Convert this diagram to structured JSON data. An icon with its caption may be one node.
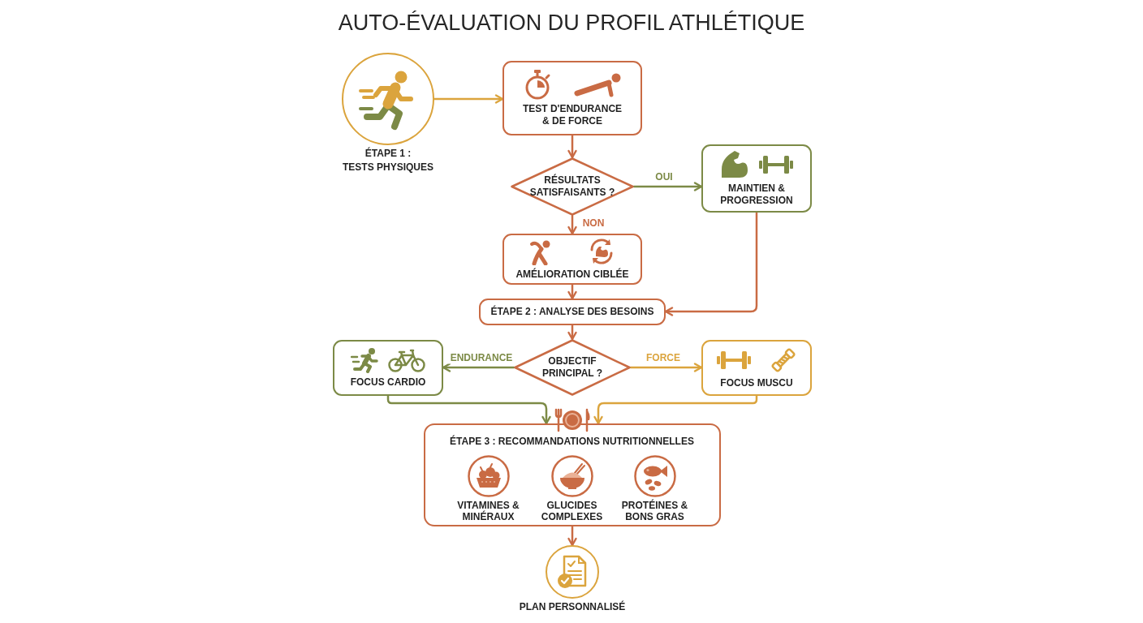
{
  "diagram": {
    "title": "AUTO-ÉVALUATION DU PROFIL ATHLÉTIQUE",
    "nodes": [
      {
        "text": [
          "ÉTAPE 1 : TESTS PHYSIQUES"
        ]
      },
      {
        "text": [
          "TEST D'ENDURANCE & DE FORCE"
        ]
      },
      {
        "text": [
          "RÉSULTATS SATISFAISANTS ?"
        ]
      },
      {
        "text": [
          "MAINTIEN & PROGRESSION"
        ]
      },
      {
        "text": [
          "AMÉLIORATION CIBLÉE"
        ]
      },
      {
        "text": [
          "ÉTAPE 2 : ANALYSE DES BESOINS"
        ]
      },
      {
        "text": [
          "OBJECTIF PRINCIPAL ?"
        ]
      },
      {
        "text": [
          "FOCUS CARDIO"
        ]
      },
      {
        "text": [
          "FOCUS MUSCU"
        ]
      },
      {
        "text": [
          "ÉTAPE 3 : RECOMMANDATIONS NUTRITIONNELLES",
          "VITAMINES & MINÉRAUX",
          "GLUCIDES COMPLEXES",
          "PROTÉINES & BONS GRAS"
        ]
      },
      {
        "text": [
          "PLAN PERSONNALISÉ"
        ]
      }
    ],
    "edges": [
      {
        "from": 0,
        "to": 1,
        "arrow": "to",
        "color": "#dba43d"
      },
      {
        "from": 1,
        "to": 2,
        "arrow": "to"
      },
      {
        "from": 2,
        "to": 3,
        "arrow": "to",
        "label": "OUI",
        "color": "#7c8a46"
      },
      {
        "from": 2,
        "to": 4,
        "arrow": "to",
        "label": "NON"
      },
      {
        "from": 3,
        "to": 5,
        "arrow": "to"
      },
      {
        "from": 4,
        "to": 5,
        "arrow": "to"
      },
      {
        "from": 5,
        "to": 6,
        "arrow": "to"
      },
      {
        "from": 6,
        "to": 7,
        "arrow": "to",
        "label": "ENDURANCE",
        "color": "#7c8a46"
      },
      {
        "from": 6,
        "to": 8,
        "arrow": "to",
        "label": "FORCE",
        "color": "#dba43d"
      },
      {
        "from": 7,
        "to": 9,
        "arrow": "to",
        "color": "#7c8a46"
      },
      {
        "from": 8,
        "to": 9,
        "arrow": "to",
        "color": "#dba43d"
      },
      {
        "from": 9,
        "to": 10,
        "arrow": "to"
      }
    ]
  }
}
